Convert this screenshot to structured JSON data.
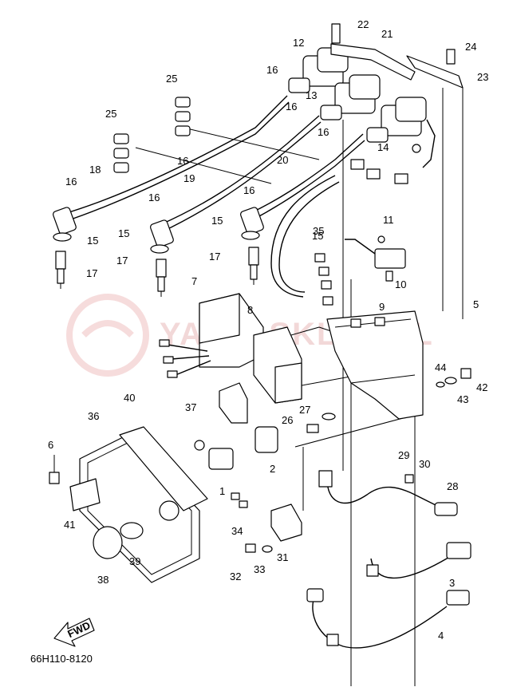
{
  "diagram": {
    "code": "66H110-8120",
    "watermark": "YAMA-SKLEP.PL",
    "fwd_label": "FWD",
    "callouts": [
      "1",
      "2",
      "3",
      "4",
      "5",
      "6",
      "7",
      "8",
      "9",
      "10",
      "11",
      "12",
      "13",
      "14",
      "15",
      "15",
      "15",
      "15",
      "16",
      "16",
      "16",
      "16",
      "16",
      "16",
      "16",
      "17",
      "17",
      "17",
      "18",
      "19",
      "20",
      "21",
      "22",
      "23",
      "24",
      "25",
      "25",
      "26",
      "27",
      "28",
      "29",
      "30",
      "31",
      "32",
      "33",
      "34",
      "35",
      "36",
      "37",
      "38",
      "39",
      "40",
      "41",
      "42",
      "43",
      "44"
    ]
  }
}
